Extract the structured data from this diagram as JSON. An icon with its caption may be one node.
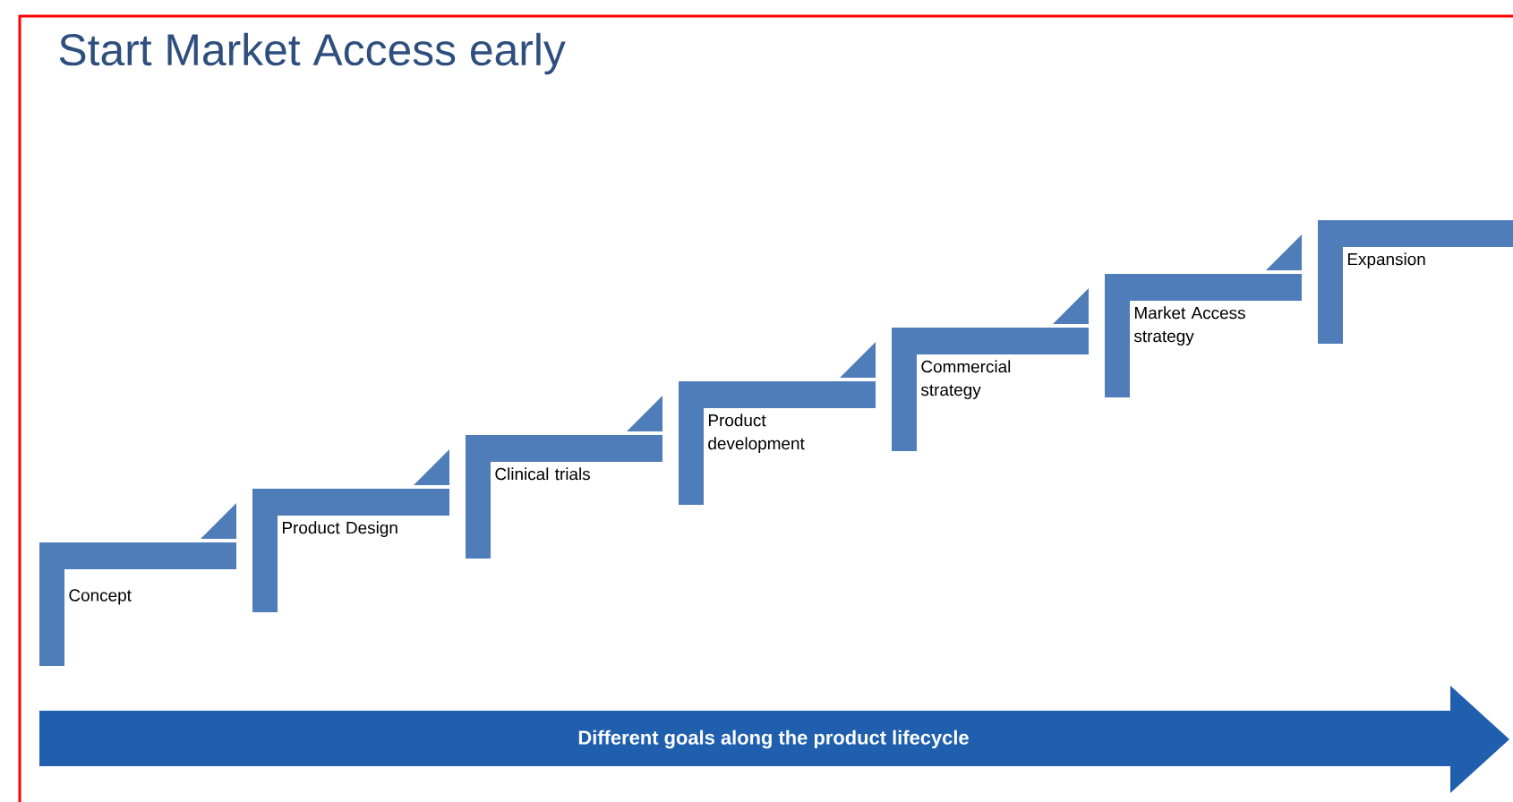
{
  "diagram": {
    "title": "Start Market Access early",
    "nodes": [
      {
        "text": [
          "Concept"
        ]
      },
      {
        "text": [
          "Product Design"
        ]
      },
      {
        "text": [
          "Clinical trials"
        ]
      },
      {
        "text": [
          "Product development"
        ]
      },
      {
        "text": [
          "Commercial strategy"
        ]
      },
      {
        "text": [
          "Market Access strategy"
        ]
      },
      {
        "text": [
          "Expansion"
        ]
      },
      {
        "text": [
          "Different goals along the product lifecycle"
        ]
      }
    ]
  }
}
